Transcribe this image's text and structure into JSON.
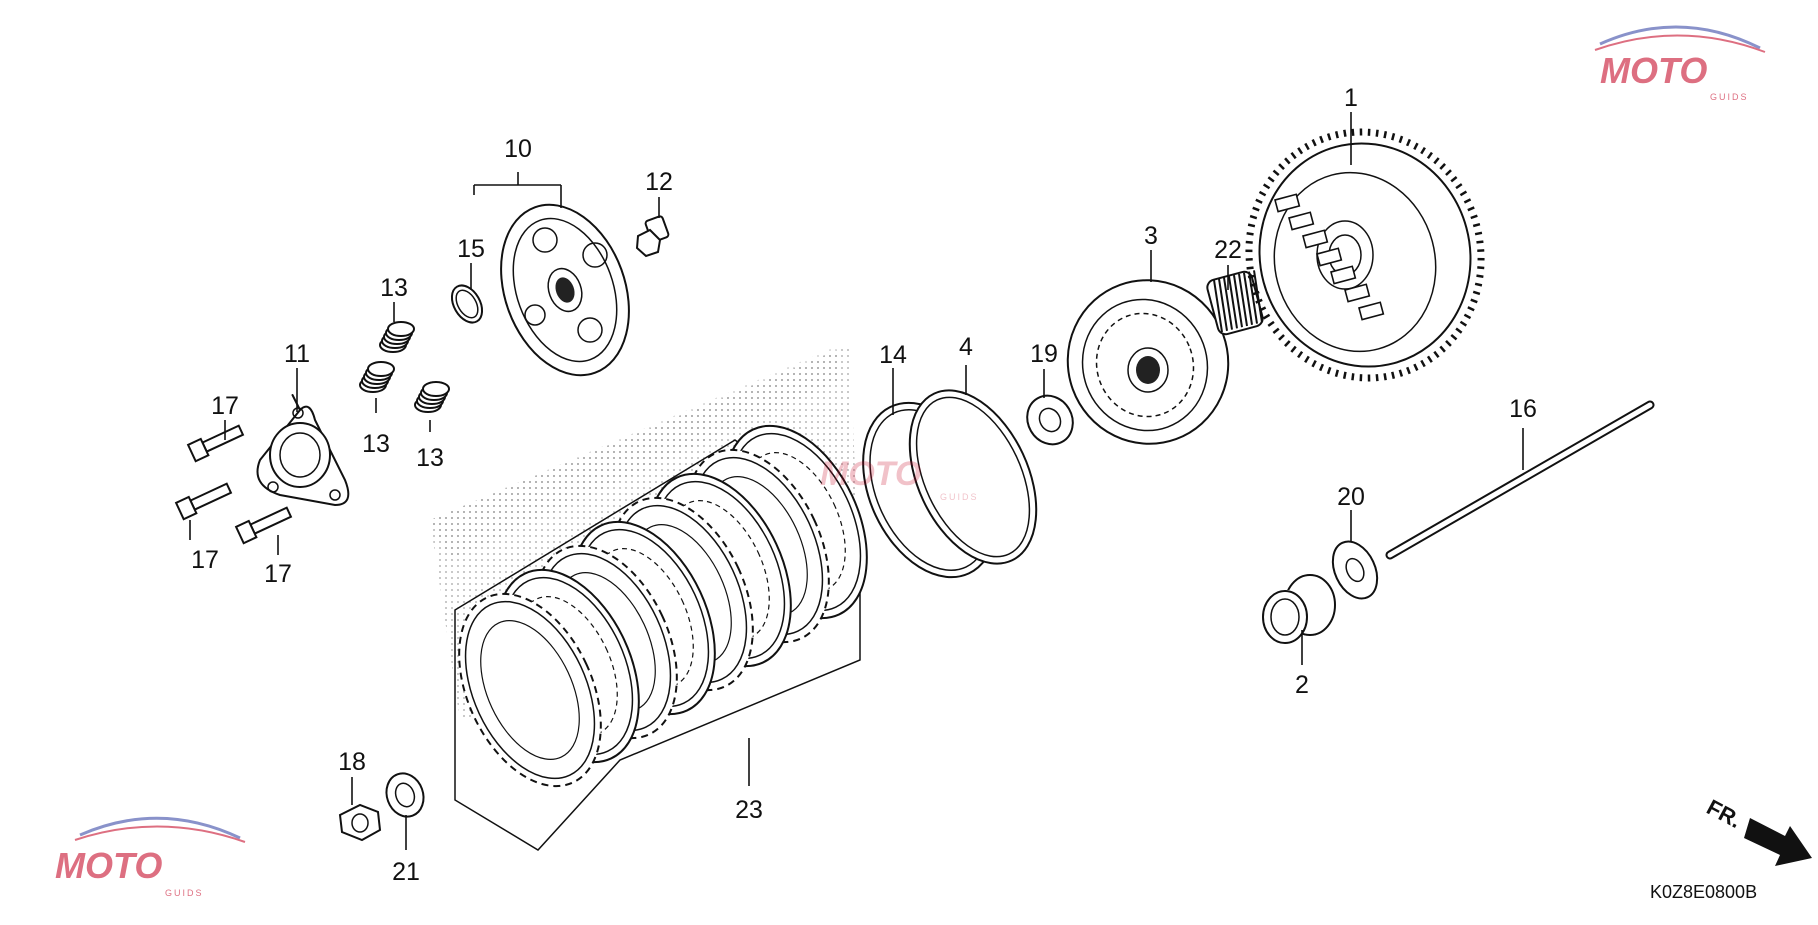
{
  "diagram": {
    "code": "K0Z8E0800B",
    "direction_label": "FR.",
    "watermark": {
      "text": "MOTO",
      "sub": "GUIDS",
      "accent": "#c8102e",
      "accent2": "#3b4aa8"
    },
    "callouts": [
      {
        "id": "c1",
        "label": "1"
      },
      {
        "id": "c2",
        "label": "2"
      },
      {
        "id": "c3",
        "label": "3"
      },
      {
        "id": "c4",
        "label": "4"
      },
      {
        "id": "c10",
        "label": "10"
      },
      {
        "id": "c11",
        "label": "11"
      },
      {
        "id": "c12",
        "label": "12"
      },
      {
        "id": "c13a",
        "label": "13"
      },
      {
        "id": "c13b",
        "label": "13"
      },
      {
        "id": "c13c",
        "label": "13"
      },
      {
        "id": "c14",
        "label": "14"
      },
      {
        "id": "c15",
        "label": "15"
      },
      {
        "id": "c16",
        "label": "16"
      },
      {
        "id": "c17a",
        "label": "17"
      },
      {
        "id": "c17b",
        "label": "17"
      },
      {
        "id": "c17c",
        "label": "17"
      },
      {
        "id": "c18",
        "label": "18"
      },
      {
        "id": "c19",
        "label": "19"
      },
      {
        "id": "c20",
        "label": "20"
      },
      {
        "id": "c21",
        "label": "21"
      },
      {
        "id": "c22",
        "label": "22"
      },
      {
        "id": "c23",
        "label": "23"
      }
    ]
  }
}
